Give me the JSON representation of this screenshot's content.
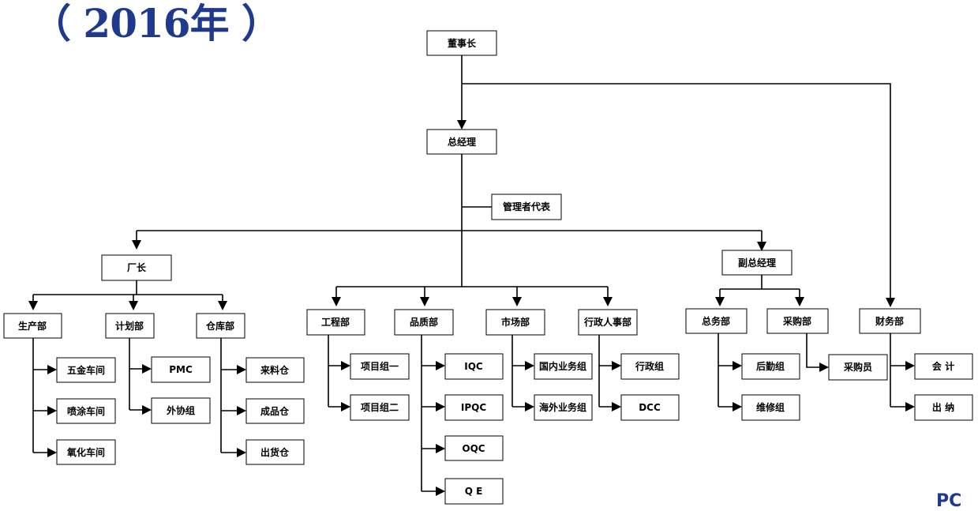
{
  "title": "（ 2016年 ）",
  "corner_mark": "PC",
  "colors": {
    "title": "#1f3a8c",
    "lines": "#000000",
    "box_fill": "#ffffff"
  },
  "nodes": {
    "chairman": "董事长",
    "general_manager": "总经理",
    "management_rep": "管理者代表",
    "factory_director": "厂长",
    "deputy_gm": "副总经理",
    "production_dept": "生产部",
    "planning_dept": "计划部",
    "warehouse_dept": "仓库部",
    "engineering_dept": "工程部",
    "quality_dept": "品质部",
    "marketing_dept": "市场部",
    "admin_hr_dept": "行政人事部",
    "general_affairs_dept": "总务部",
    "purchasing_dept": "采购部",
    "finance_dept": "财务部",
    "hardware_workshop": "五金车间",
    "spray_workshop": "喷涂车间",
    "oxidation_workshop": "氧化车间",
    "pmc": "PMC",
    "outsourcing_group": "外协组",
    "incoming_warehouse": "来料仓",
    "finished_warehouse": "成品仓",
    "shipping_warehouse": "出货仓",
    "project_group_1": "项目组一",
    "project_group_2": "项目组二",
    "iqc": "IQC",
    "ipqc": "IPQC",
    "oqc": "OQC",
    "qe": "Q E",
    "domestic_sales": "国内业务组",
    "overseas_sales": "海外业务组",
    "admin_group": "行政组",
    "dcc": "DCC",
    "logistics_group": "后勤组",
    "maintenance_group": "维修组",
    "purchaser": "采购员",
    "accountant": "会 计",
    "cashier": "出 纳"
  }
}
